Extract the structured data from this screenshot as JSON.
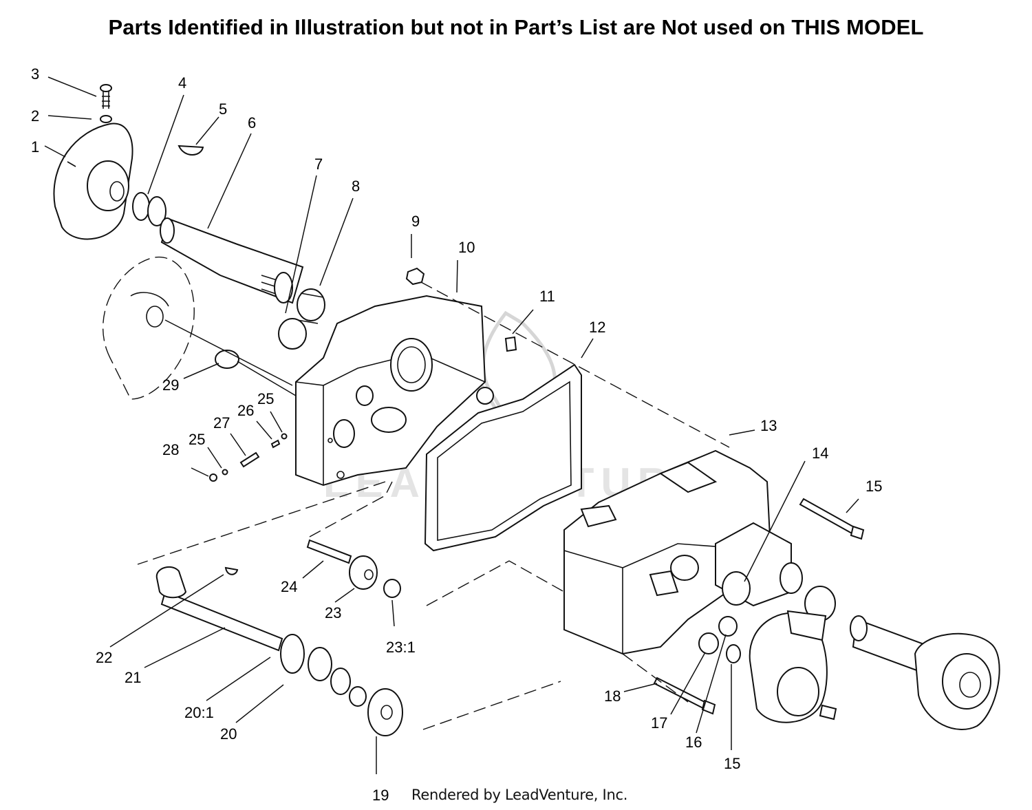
{
  "header": {
    "title": "Parts Identified in Illustration but not in Part’s List are Not used on THIS MODEL"
  },
  "footer": {
    "credit": "Rendered by LeadVenture, Inc."
  },
  "watermark": {
    "text": "LEADVENTURE"
  },
  "callouts": [
    {
      "id": "c3",
      "label": "3"
    },
    {
      "id": "c2",
      "label": "2"
    },
    {
      "id": "c1",
      "label": "1"
    },
    {
      "id": "c4",
      "label": "4"
    },
    {
      "id": "c5",
      "label": "5"
    },
    {
      "id": "c6",
      "label": "6"
    },
    {
      "id": "c7",
      "label": "7"
    },
    {
      "id": "c8",
      "label": "8"
    },
    {
      "id": "c9",
      "label": "9"
    },
    {
      "id": "c10",
      "label": "10"
    },
    {
      "id": "c11",
      "label": "11"
    },
    {
      "id": "c12",
      "label": "12"
    },
    {
      "id": "c29",
      "label": "29"
    },
    {
      "id": "c25a",
      "label": "25"
    },
    {
      "id": "c26",
      "label": "26"
    },
    {
      "id": "c27",
      "label": "27"
    },
    {
      "id": "c25b",
      "label": "25"
    },
    {
      "id": "c28",
      "label": "28"
    },
    {
      "id": "c13",
      "label": "13"
    },
    {
      "id": "c14",
      "label": "14"
    },
    {
      "id": "c15a",
      "label": "15"
    },
    {
      "id": "c24",
      "label": "24"
    },
    {
      "id": "c23",
      "label": "23"
    },
    {
      "id": "c231",
      "label": "23:1"
    },
    {
      "id": "c22",
      "label": "22"
    },
    {
      "id": "c21",
      "label": "21"
    },
    {
      "id": "c201",
      "label": "20:1"
    },
    {
      "id": "c20",
      "label": "20"
    },
    {
      "id": "c18",
      "label": "18"
    },
    {
      "id": "c17",
      "label": "17"
    },
    {
      "id": "c16",
      "label": "16"
    },
    {
      "id": "c15b",
      "label": "15"
    },
    {
      "id": "c19",
      "label": "19"
    }
  ]
}
